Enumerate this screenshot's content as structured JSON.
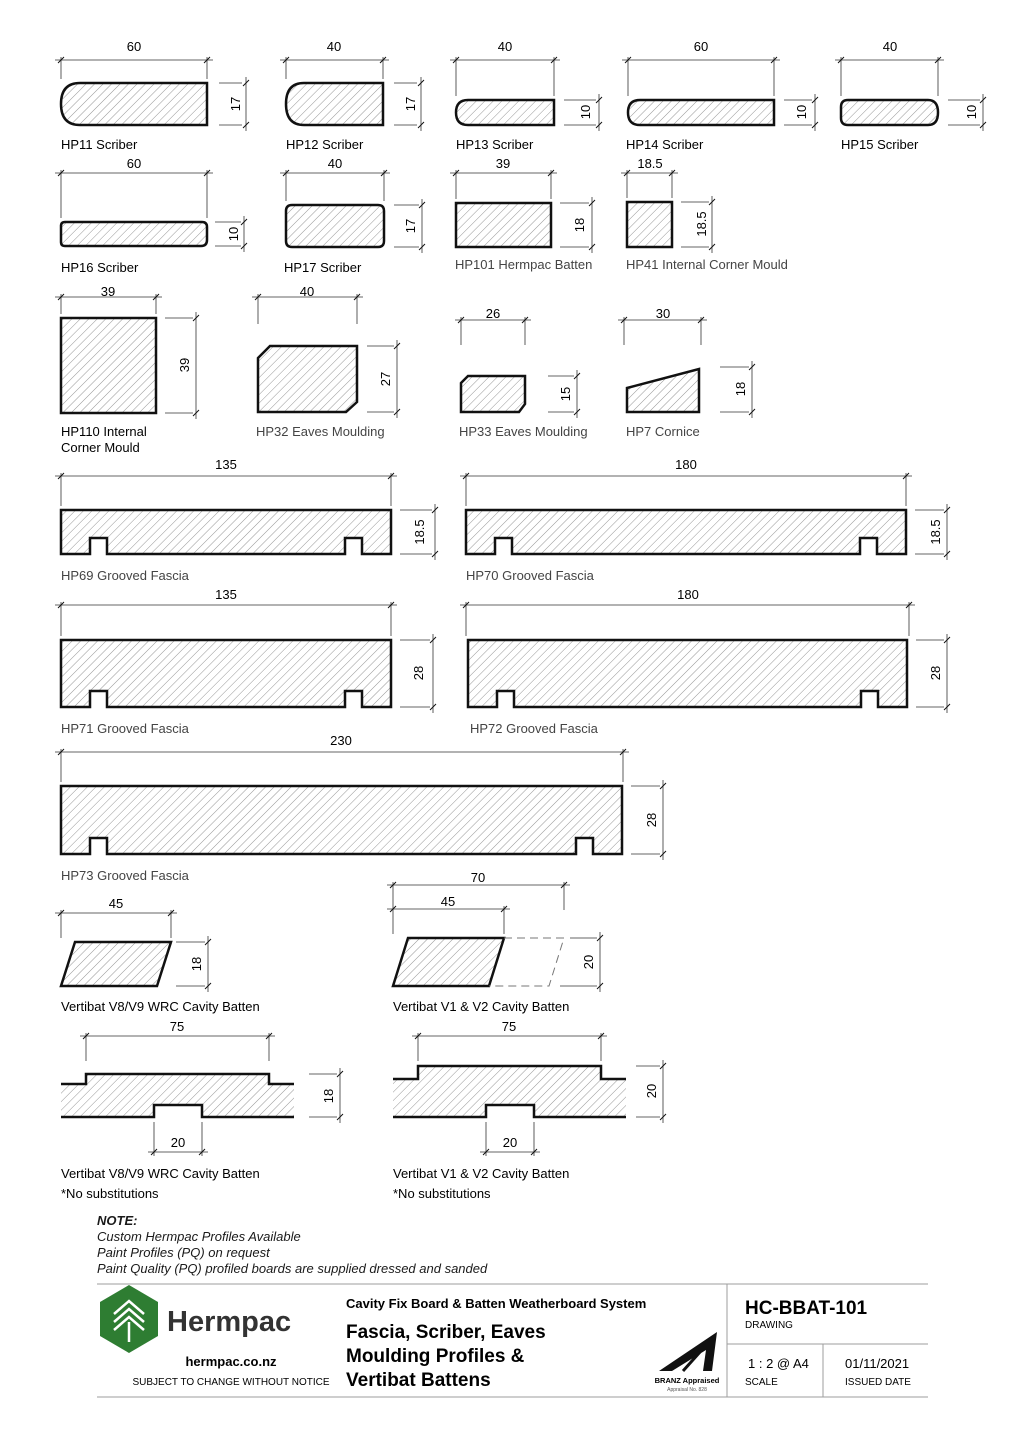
{
  "drawing": {
    "profiles": [
      {
        "id": "hp11",
        "label": "HP11 Scriber",
        "width": "60",
        "height": "17"
      },
      {
        "id": "hp12",
        "label": "HP12 Scriber",
        "width": "40",
        "height": "17"
      },
      {
        "id": "hp13",
        "label": "HP13 Scriber",
        "width": "40",
        "height": "10"
      },
      {
        "id": "hp14",
        "label": "HP14 Scriber",
        "width": "60",
        "height": "10"
      },
      {
        "id": "hp15",
        "label": "HP15 Scriber",
        "width": "40",
        "height": "10"
      },
      {
        "id": "hp16",
        "label": "HP16 Scriber",
        "width": "60",
        "height": "10"
      },
      {
        "id": "hp17",
        "label": "HP17 Scriber",
        "width": "40",
        "height": "17"
      },
      {
        "id": "hp101",
        "label": "HP101 Hermpac Batten",
        "width": "39",
        "height": "18"
      },
      {
        "id": "hp41",
        "label": "HP41 Internal Corner Mould",
        "width": "18.5",
        "height": "18.5"
      },
      {
        "id": "hp110",
        "label": "HP110 Internal",
        "label2": "Corner Mould",
        "width": "39",
        "height": "39"
      },
      {
        "id": "hp32",
        "label": "HP32 Eaves Moulding",
        "width": "40",
        "height": "27"
      },
      {
        "id": "hp33",
        "label": "HP33 Eaves Moulding",
        "width": "26",
        "height": "15"
      },
      {
        "id": "hp7",
        "label": "HP7 Cornice",
        "width": "30",
        "height": "18"
      },
      {
        "id": "hp69",
        "label": "HP69 Grooved Fascia",
        "width": "135",
        "height": "18.5"
      },
      {
        "id": "hp70",
        "label": "HP70 Grooved Fascia",
        "width": "180",
        "height": "18.5"
      },
      {
        "id": "hp71",
        "label": "HP71 Grooved Fascia",
        "width": "135",
        "height": "28"
      },
      {
        "id": "hp72",
        "label": "HP72 Grooved Fascia",
        "width": "180",
        "height": "28"
      },
      {
        "id": "hp73",
        "label": "HP73 Grooved Fascia",
        "width": "230",
        "height": "28"
      },
      {
        "id": "v89",
        "label": "Vertibat V8/V9 WRC Cavity Batten",
        "width": "45",
        "height": "18"
      },
      {
        "id": "v12",
        "label": "Vertibat V1 & V2 Cavity Batten",
        "width": "45",
        "width_outer": "70",
        "height": "20"
      },
      {
        "id": "v89b",
        "label": "Vertibat V8/V9 WRC Cavity Batten",
        "width": "75",
        "height": "18",
        "groove": "20",
        "note": "*No substitutions"
      },
      {
        "id": "v12b",
        "label": "Vertibat V1 & V2 Cavity Batten",
        "width": "75",
        "height": "20",
        "groove": "20",
        "note": "*No substitutions"
      }
    ]
  },
  "notes": {
    "heading": "NOTE:",
    "lines": [
      "Custom Hermpac Profiles Available",
      "Paint Profiles (PQ) on request",
      "Paint Quality (PQ) profiled boards are supplied dressed and sanded"
    ]
  },
  "title_block": {
    "brand": "Hermpac",
    "website": "hermpac.co.nz",
    "disclaimer": "SUBJECT TO CHANGE WITHOUT NOTICE",
    "system": "Cavity Fix Board & Batten Weatherboard System",
    "title_lines": [
      "Fascia, Scriber, Eaves",
      "Moulding Profiles &",
      "Vertibat Battens"
    ],
    "branz_line1": "BRANZ Appraised",
    "branz_line2": "Appraisal No. 828",
    "drawing_no": "HC-BBAT-101",
    "drawing_label": "DRAWING",
    "scale": "1 : 2 @ A4",
    "scale_label": "SCALE",
    "issued_date": "01/11/2021",
    "issued_label": "ISSUED DATE"
  },
  "colors": {
    "brand_green": "#2e7d32",
    "line": "#111111",
    "hatch": "#8a8a8a",
    "rule": "#9e9e9e"
  }
}
